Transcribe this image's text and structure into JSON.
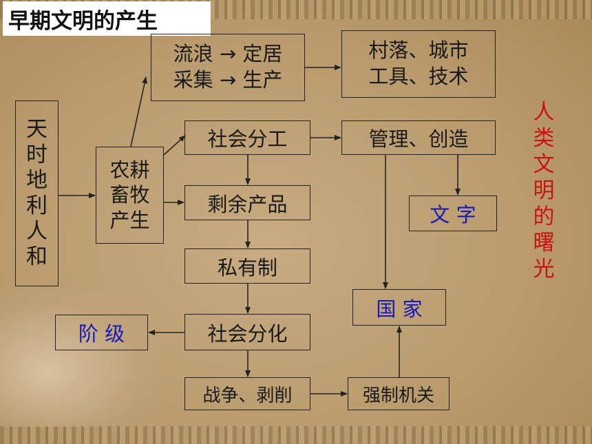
{
  "title": "早期文明的产生",
  "side_caption": "人类文明的曙光",
  "nodes": {
    "conditions": "天时地利人和",
    "agri_line1": "农耕",
    "agri_line2": "畜牧",
    "agri_line3": "产生",
    "shift_line1": "流浪 → 定居",
    "shift_line2": "采集 → 生产",
    "result_line1": "村落、城市",
    "result_line2": "工具、技术",
    "division": "社会分工",
    "manage": "管理、创造",
    "writing": "文 字",
    "surplus": "剩余产品",
    "private": "私有制",
    "class": "阶 级",
    "differentiation": "社会分化",
    "state": "国 家",
    "war": "战争、剥削",
    "coercion": "强制机关"
  },
  "colors": {
    "accent_red": "#cc1111",
    "accent_blue": "#1818b8",
    "background": "#b99a6e"
  }
}
